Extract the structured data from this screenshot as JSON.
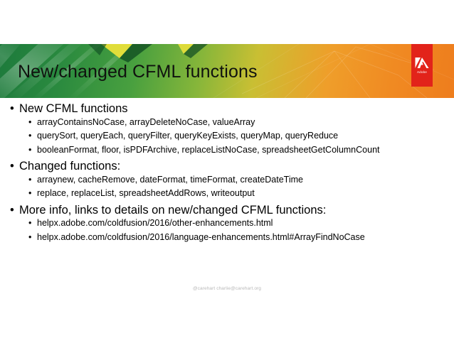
{
  "slide": {
    "title": "New/changed CFML functions",
    "brand": {
      "name": "Adobe",
      "logo_icon": "adobe-a-icon",
      "logo_color": "#e2231a"
    },
    "banner": {
      "gradient_from": "#1d7a3c",
      "gradient_mid": "#c9bf33",
      "gradient_to": "#ee7d1d"
    },
    "bullet_glyph": "•",
    "sections": [
      {
        "heading": "New CFML functions",
        "items": [
          "arrayContainsNoCase, arrayDeleteNoCase, valueArray",
          "querySort, queryEach, queryFilter, queryKeyExists, queryMap, queryReduce",
          "booleanFormat, floor, isPDFArchive, replaceListNoCase, spreadsheetGetColumnCount"
        ]
      },
      {
        "heading": "Changed functions:",
        "items": [
          "arraynew, cacheRemove, dateFormat, timeFormat, createDateTime",
          "replace, replaceList, spreadsheetAddRows, writeoutput"
        ]
      },
      {
        "heading": "More info, links to details on new/changed CFML functions:",
        "items": [
          "helpx.adobe.com/coldfusion/2016/other-enhancements.html",
          "helpx.adobe.com/coldfusion/2016/language-enhancements.html#ArrayFindNoCase"
        ]
      }
    ],
    "footer": "@carehart charlie@carehart.org"
  }
}
